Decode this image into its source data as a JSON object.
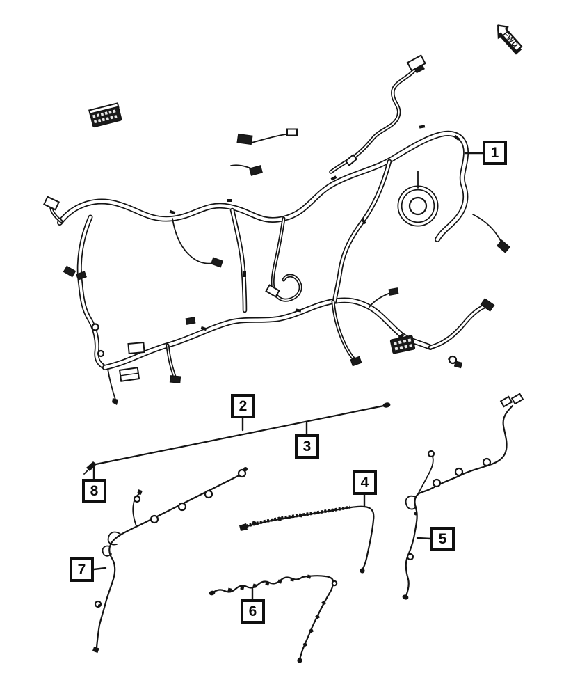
{
  "colors": {
    "background": "#ffffff",
    "line": "#141414"
  },
  "direction_indicator": {
    "label": "FWD",
    "icon": "forward-direction-arrow-icon"
  },
  "callouts": [
    {
      "label": "1"
    },
    {
      "label": "2"
    },
    {
      "label": "3"
    },
    {
      "label": "4"
    },
    {
      "label": "5"
    },
    {
      "label": "6"
    },
    {
      "label": "7"
    },
    {
      "label": "8"
    }
  ]
}
